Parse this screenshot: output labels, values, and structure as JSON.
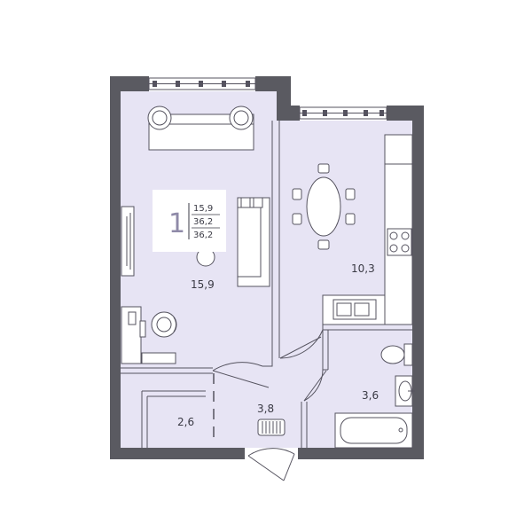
{
  "apartment": {
    "room_count": "1",
    "stats": [
      "15,9",
      "36,2",
      "36,2"
    ]
  },
  "rooms": {
    "living": "15,9",
    "kitchen": "10,3",
    "bathroom": "3,6",
    "storage": "2,6",
    "hall": "3,8"
  },
  "colors": {
    "wall": "#5a5a61",
    "floor": "#e7e4f4",
    "line": "#55535f",
    "accent": "#8f8aa8"
  }
}
